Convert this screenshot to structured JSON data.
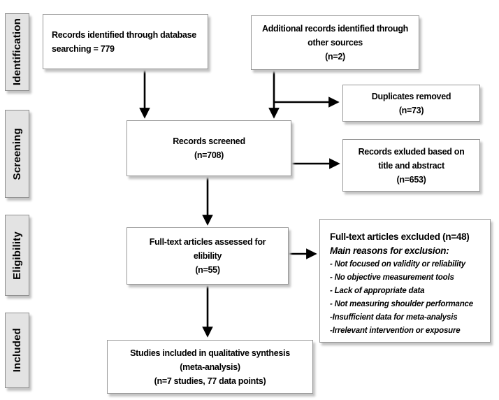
{
  "diagram": {
    "stages": [
      {
        "label": "Identification"
      },
      {
        "label": "Screening"
      },
      {
        "label": "Eligibility"
      },
      {
        "label": "Included"
      }
    ],
    "boxes": {
      "records_identified": {
        "line1": "Records identified through database",
        "line2": "searching = 779"
      },
      "additional_records": {
        "line1": "Additional records identified through",
        "line2": "other sources",
        "line3": "(n=2)"
      },
      "duplicates_removed": {
        "line1": "Duplicates removed",
        "line2": "(n=73)"
      },
      "records_screened": {
        "line1": "Records screened",
        "line2": "(n=708)"
      },
      "records_excluded": {
        "line1": "Records exluded based on",
        "line2": "title and abstract",
        "line3": "(n=653)"
      },
      "fulltext_assessed": {
        "line1": "Full-text articles assessed for",
        "line2": "elibility",
        "line3": "(n=55)"
      },
      "fulltext_excluded": {
        "title": "Full-text articles excluded (n=48)",
        "subtitle": "Main reasons for exclusion:",
        "reasons": [
          "- Not focused on validity or reliability",
          "- No objective measurement tools",
          "- Lack of appropriate data",
          "- Not measuring shoulder performance",
          "-Insufficient data for meta-analysis",
          "-Irrelevant intervention or exposure"
        ]
      },
      "studies_included": {
        "line1": "Studies included in qualitative synthesis",
        "line2": "(meta-analysis)",
        "line3": "(n=7 studies, 77 data points)"
      }
    },
    "colors": {
      "box_fill": "#ffffff",
      "box_border": "#989898",
      "stage_fill": "#e3e3e3",
      "shadow": "#c3c3c3",
      "arrow": "#000000",
      "text": "#000000"
    }
  }
}
